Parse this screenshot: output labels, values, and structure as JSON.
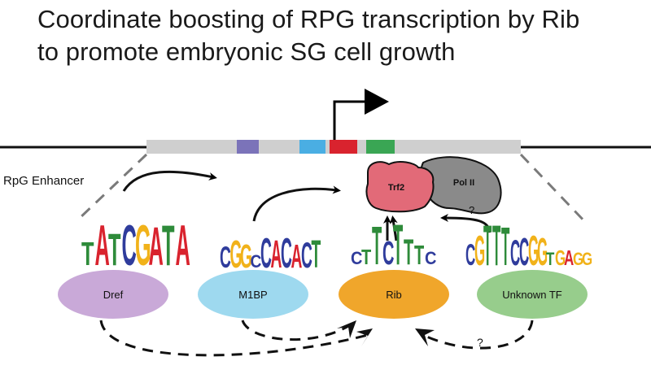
{
  "title": {
    "line1": "Coordinate boosting of RPG transcription by Rib",
    "line2": "to promote embryonic SG cell growth"
  },
  "enhancer_label": "RpG Enhancer",
  "factors": {
    "dref": "Dref",
    "m1bp": "M1BP",
    "rib": "Rib",
    "unknown_tf": "Unknown TF"
  },
  "complex": {
    "trf2": "Trf2",
    "pol2": "Pol II"
  },
  "unknown_marks": {
    "upper": "?",
    "lower": "?"
  },
  "motifs": {
    "dref": "TATCGATA",
    "m1bp": "CGGCCACACT",
    "rib": "CTTCTTTC",
    "unknown_tf": "CGTTTCCGGTGAGG"
  },
  "colors": {
    "dref": "#c9a9d8",
    "m1bp": "#9ed9ef",
    "rib": "#f0a62b",
    "unknown_tf": "#97cd8c",
    "trf2": "#e26a78",
    "pol2": "#8a8a8a",
    "gene_bar": "#cfcfcf",
    "box_purple": "#7b73b9",
    "box_blue": "#4aaee3",
    "box_red": "#d9232e",
    "box_green": "#3aa654",
    "base_A": "#d9232e",
    "base_C": "#2f3c9c",
    "base_G": "#f1b21a",
    "base_T": "#2e8b3a"
  }
}
